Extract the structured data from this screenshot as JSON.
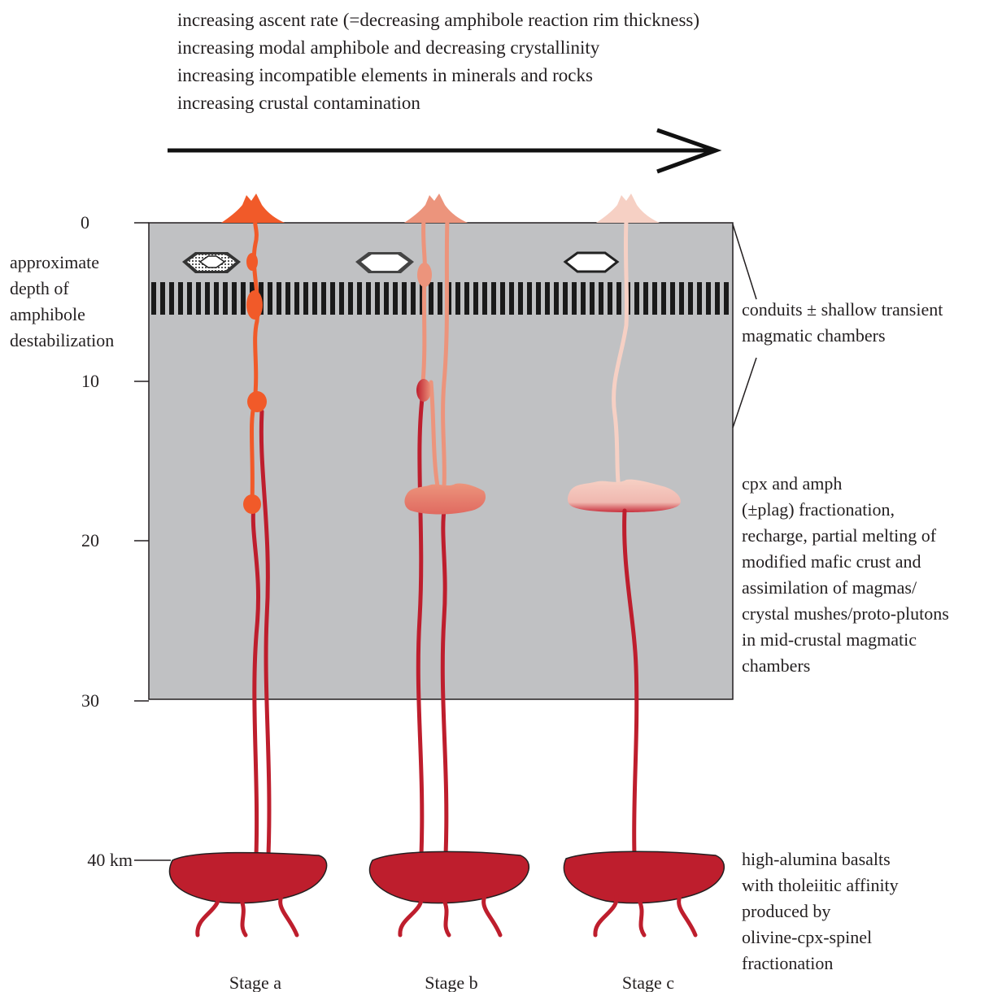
{
  "header": {
    "lines": [
      "increasing ascent rate (=decreasing amphibole reaction rim thickness)",
      "increasing modal amphibole and decreasing crystallinity",
      "increasing incompatible elements in minerals and rocks",
      "increasing crustal contamination"
    ]
  },
  "depth_axis": {
    "ticks": [
      "0",
      "10",
      "20",
      "30",
      "40 km"
    ],
    "values_km": [
      0,
      10,
      20,
      30,
      40
    ]
  },
  "left_label": {
    "lines": [
      "approximate",
      "depth of",
      "amphibole",
      "destabilization"
    ]
  },
  "right_labels": {
    "conduits": [
      "conduits ± shallow transient",
      "magmatic chambers"
    ],
    "midcrust": [
      "cpx and amph",
      "(±plag) fractionation,",
      "recharge, partial melting of",
      "modified mafic crust and",
      "assimilation of magmas/",
      "crystal mushes/proto-plutons",
      "in mid-crustal magmatic",
      "chambers"
    ],
    "basalts": [
      "high-alumina basalts",
      "with tholeiitic affinity",
      "produced by",
      "olivine-cpx-spinel",
      "fractionation"
    ]
  },
  "stages": [
    {
      "label": "Stage a",
      "color": "#f15a29"
    },
    {
      "label": "Stage b",
      "color": "#ec947c"
    },
    {
      "label": "Stage c",
      "color": "#f6d0c4"
    }
  ],
  "colors": {
    "crust": "#c0c1c3",
    "deep_magma": "#be1e2d",
    "destabilization_band": "#1a1a1a"
  }
}
